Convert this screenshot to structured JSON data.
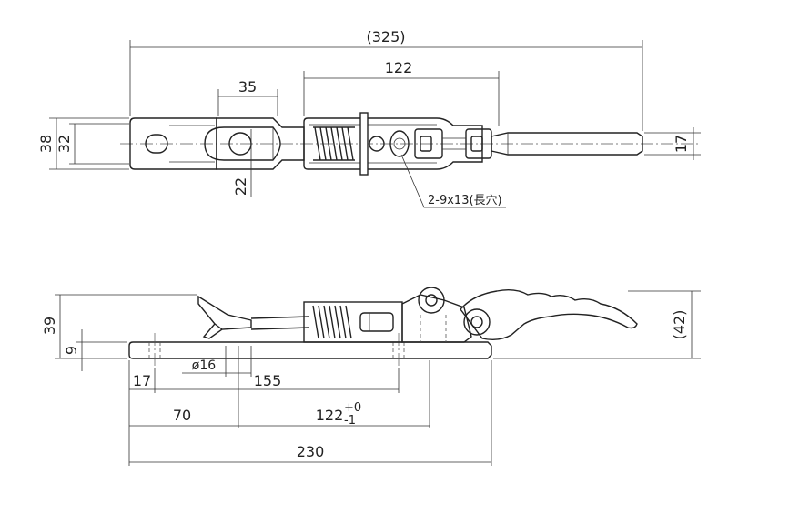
{
  "dimensions": {
    "overall_length": "(325)",
    "spring_housing_length": "122",
    "hook_width": "35",
    "plate_width_outer": "38",
    "plate_width_inner": "32",
    "hook_depth": "22",
    "handle_width": "17",
    "slot_note": "2-9x13(長穴)",
    "side_height": "39",
    "base_thickness": "9",
    "overall_height": "(42)",
    "hole_diameter": "ø16",
    "edge_offset": "17",
    "hook_reach": "155",
    "hole_position": "70",
    "hole_pitch_base": "122",
    "hole_pitch_tol_upper": "+0",
    "hole_pitch_tol_lower": "-1",
    "base_length": "230"
  }
}
